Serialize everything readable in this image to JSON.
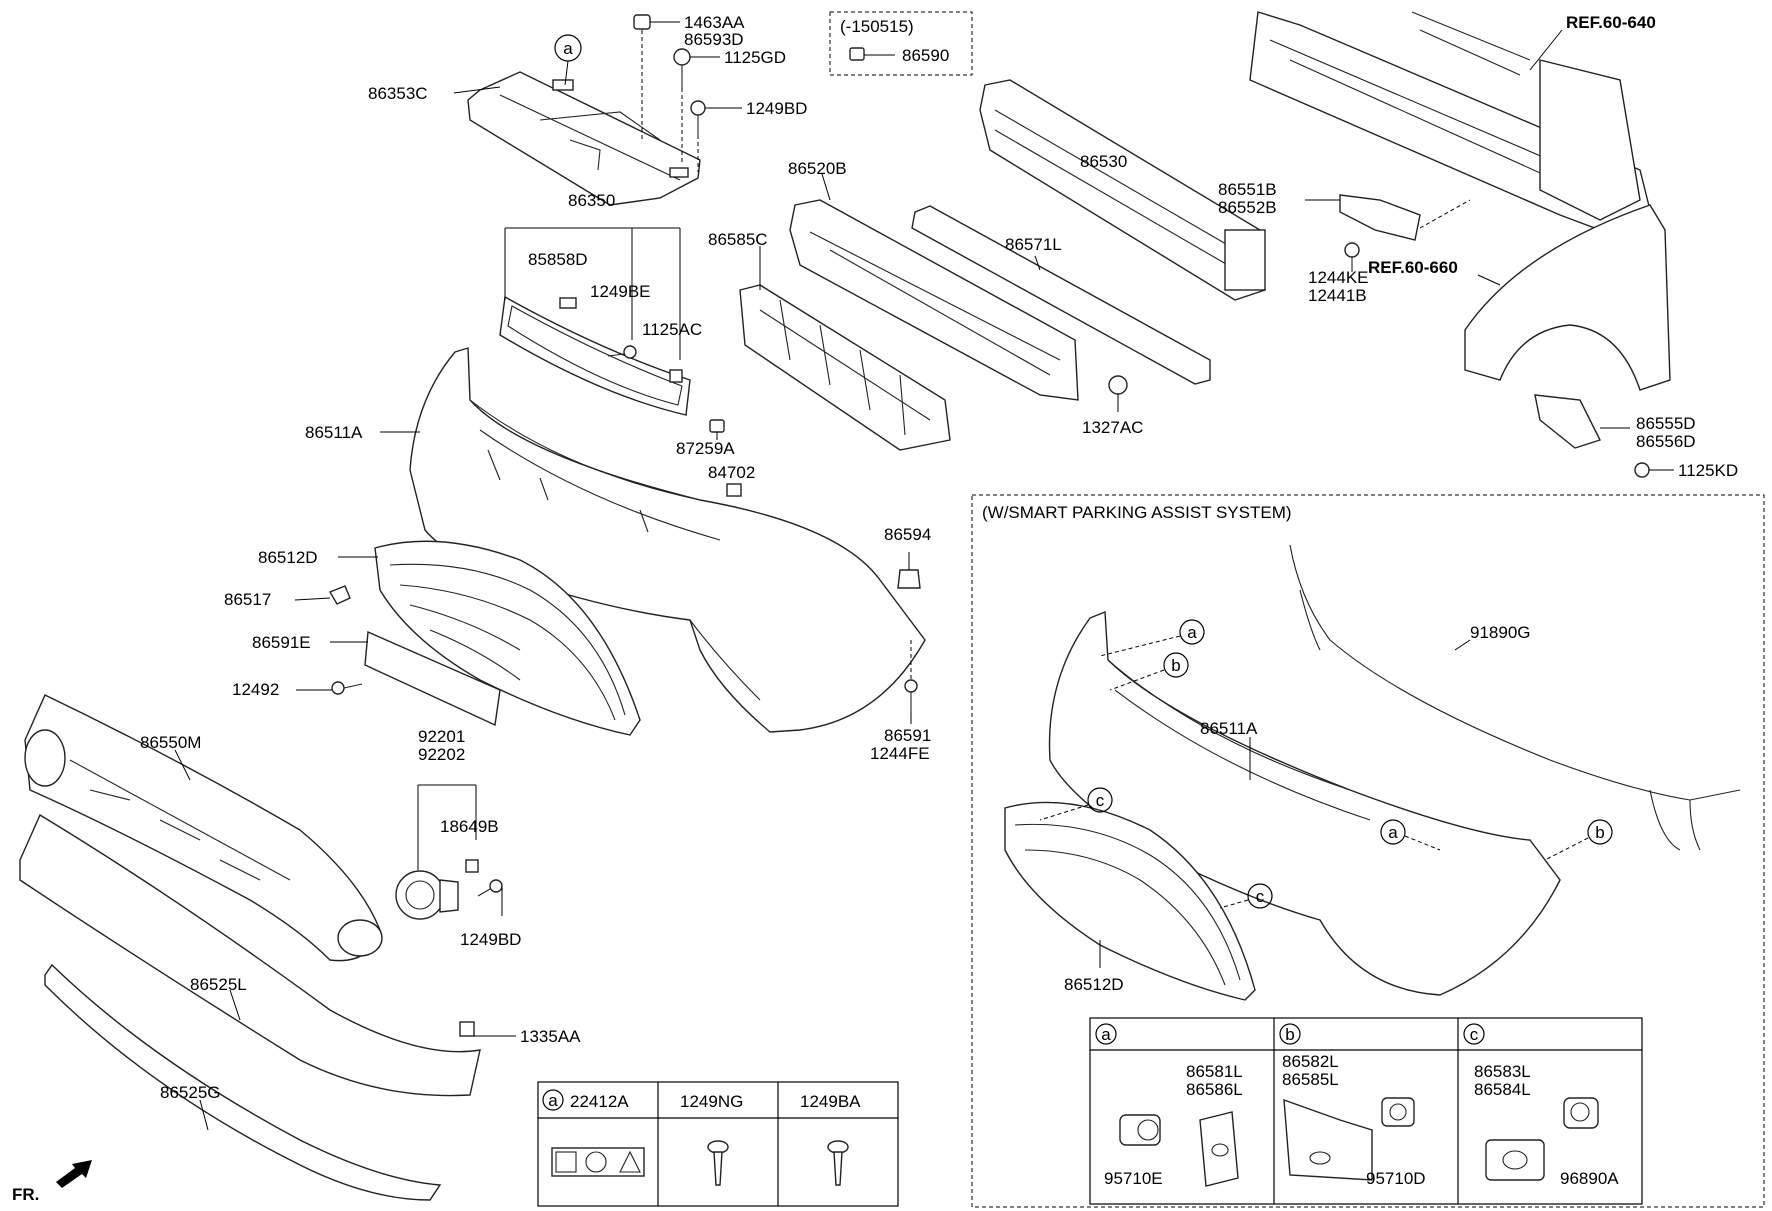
{
  "labels": {
    "l_1463AA": "1463AA",
    "l_86593D": "86593D",
    "l_1125GD": "1125GD",
    "l_1249BD_top": "1249BD",
    "l_86353C": "86353C",
    "l_150515": "(-150515)",
    "l_86590": "86590",
    "l_REF60640": "REF.60-640",
    "l_REF60660": "REF.60-660",
    "l_86350": "86350",
    "l_85858D": "85858D",
    "l_1249BE": "1249BE",
    "l_1125AC": "1125AC",
    "l_86520B": "86520B",
    "l_86585C": "86585C",
    "l_86530": "86530",
    "l_86571L": "86571L",
    "l_86551B": "86551B",
    "l_86552B": "86552B",
    "l_1244KE": "1244KE",
    "l_12441B": "12441B",
    "l_86511A": "86511A",
    "l_87259A": "87259A",
    "l_84702": "84702",
    "l_1327AC": "1327AC",
    "l_86555D": "86555D",
    "l_86556D": "86556D",
    "l_1125KD": "1125KD",
    "l_86512D": "86512D",
    "l_86517": "86517",
    "l_86591E": "86591E",
    "l_12492": "12492",
    "l_86594": "86594",
    "l_86591": "86591",
    "l_1244FE": "1244FE",
    "l_86550M": "86550M",
    "l_92201": "92201",
    "l_92202": "92202",
    "l_18649B": "18649B",
    "l_1249BD_bottom": "1249BD",
    "l_86525L": "86525L",
    "l_1335AA": "1335AA",
    "l_86525G": "86525G",
    "l_FR": "FR."
  },
  "spas": {
    "title": "(W/SMART PARKING ASSIST SYSTEM)",
    "l_91890G": "91890G",
    "l_86511A": "86511A",
    "l_86512D": "86512D",
    "callout_a": "a",
    "callout_b": "b",
    "callout_c": "c"
  },
  "legend_small": {
    "marker": "a",
    "col1": "22412A",
    "col2": "1249NG",
    "col3": "1249BA"
  },
  "legend_sensors": {
    "a_marker": "a",
    "b_marker": "b",
    "c_marker": "c",
    "a_code1": "86581L",
    "a_code2": "86586L",
    "a_sensor": "95710E",
    "b_code1": "86582L",
    "b_code2": "86585L",
    "b_sensor": "95710D",
    "c_code1": "86583L",
    "c_code2": "86584L",
    "c_sensor": "96890A"
  },
  "callouts": {
    "a": "a"
  }
}
